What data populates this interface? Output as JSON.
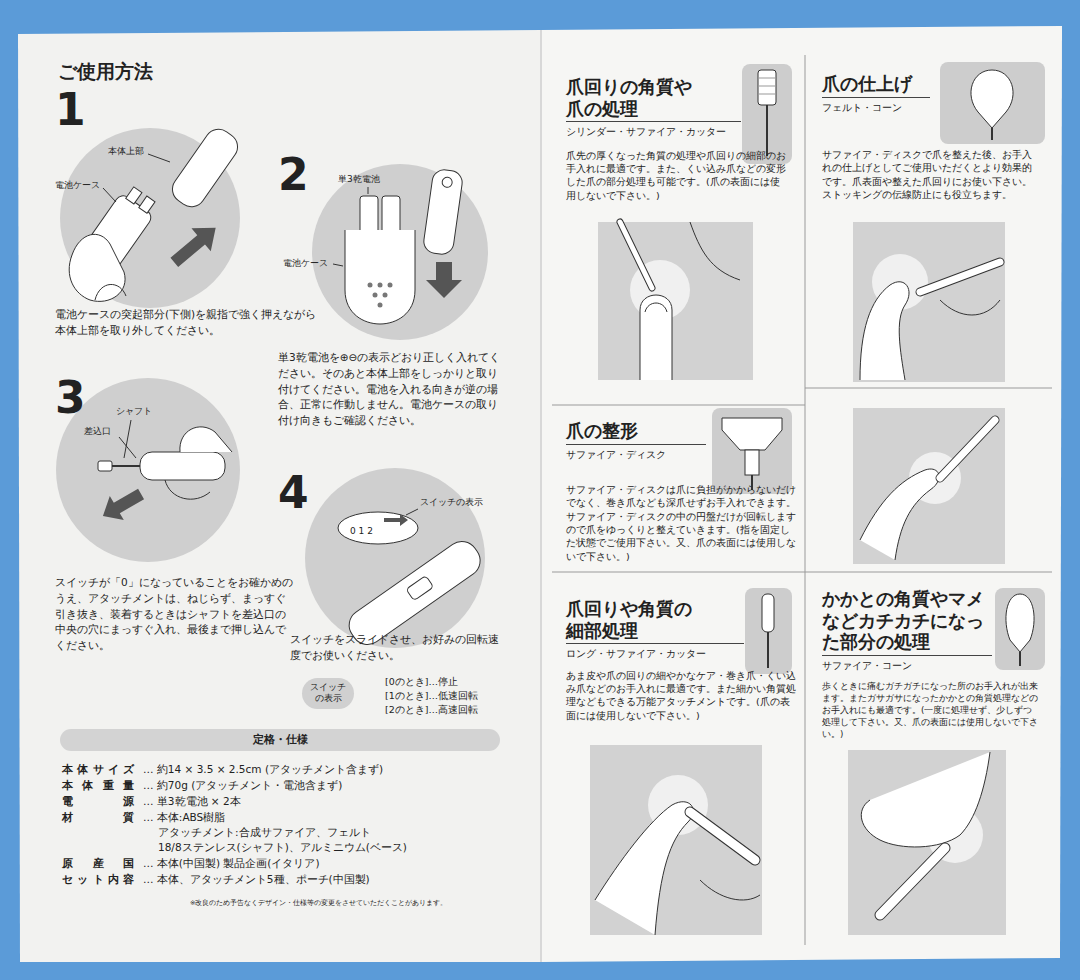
{
  "diagram": {
    "title": "ご使用方法",
    "nodes": [
      {
        "text": [
          "スイッチの表示"
        ]
      },
      {
        "text": [
          "定格・仕様"
        ]
      },
      {
        "text": [
          "爪回りの角質や爪の処理",
          "シリンダー・サファイア・カッター",
          "爪先の厚くなった角質の処理や爪回りの細部のお手入れに最適です。また、くい込み爪などの変形した爪の部分処理も可能です。(爪の表面には使用しないで下さい。)"
        ]
      },
      {
        "text": [
          "爪の仕上げ",
          "フェルト・コーン",
          "サファイア・ディスクで爪を整えた後、お手入れの仕上げとしてご使用いただくとより効果的です。爪表面や整えた爪回りにお使い下さい。ストッキングの伝線防止にも役立ちます。"
        ]
      },
      {
        "text": [
          "爪の整形",
          "サファイア・ディスク",
          "サファイア・ディスクは爪に負担がかからないだけでなく、巻き爪なども深爪せずお手入れできます。サファイア・ディスクの中の円盤だけが回転しますので爪をゆっくりと整えていきます。(指を固定した状態でご使用下さい。又、爪の表面には使用しないで下さい。)"
        ]
      },
      {
        "text": [
          "爪回りや角質の細部処理",
          "ロング・サファイア・カッター",
          "あま皮や爪の回りの細やかなケア・巻き爪・くい込み爪などのお手入れに最適です。また細かい角質処理などもできる万能アタッチメントです。(爪の表面には使用しないで下さい。)"
        ]
      },
      {
        "text": [
          "かかとの角質やマメなどカチカチになった部分の処理",
          "サファイア・コーン",
          "歩くときに痛むガチガチになった所のお手入れが出来ます。またガサガサになったかかとの角質処理などのお手入れにも最適です。(一度に処理せず、少しずつ処理して下さい。又、爪の表面には使用しないで下さい。)"
        ]
      }
    ],
    "labels": [
      "1",
      "本体上部",
      "電池ケース",
      "電池ケースの突起部分(下側)を親指で強く押えながら本体上部を取り外してください。",
      "2",
      "単3乾電池",
      "電池ケース",
      "単3乾電池を⊕⊖の表示どおり正しく入れてください。そのあと本体上部をしっかりと取り付けてください。電池を入れる向きが逆の場合、正常に作動しません。電池ケースの取り付け向きもご確認ください。",
      "3",
      "シャフト",
      "差込口",
      "スイッチが「0」になっていることをお確かめのうえ、アタッチメントは、ねじらず、まっすぐ引き抜き、装着するときはシャフトを差込口の中央の穴にまっすぐ入れ、最後まで押し込んでください。",
      "4",
      "スイッチの表示",
      "0 1 2",
      "スイッチをスライドさせ、お好みの回転速度でお使いください。",
      "[0のとき]…停止",
      "[1のとき]…低速回転",
      "[2のとき]…高速回転",
      "本体サイズ",
      "… 約14 × 3.5 × 2.5cm (アタッチメント含まず)",
      "本体重量",
      "… 約70g (アタッチメント・電池含まず)",
      "電源",
      "… 単3乾電池 × 2本",
      "材質",
      "… 本体:ABS樹脂",
      "アタッチメント:合成サファイア、フェルト",
      "18/8ステンレス(シャフト)、アルミニウム(ベース)",
      "原産国",
      "… 本体(中国製) 製品企画(イタリア)",
      "セット内容",
      "… 本体、アタッチメント5種、ポーチ(中国製)",
      "※改良のため予告なくデザイン・仕様等の変更をさせていただくことがあります。"
    ]
  }
}
